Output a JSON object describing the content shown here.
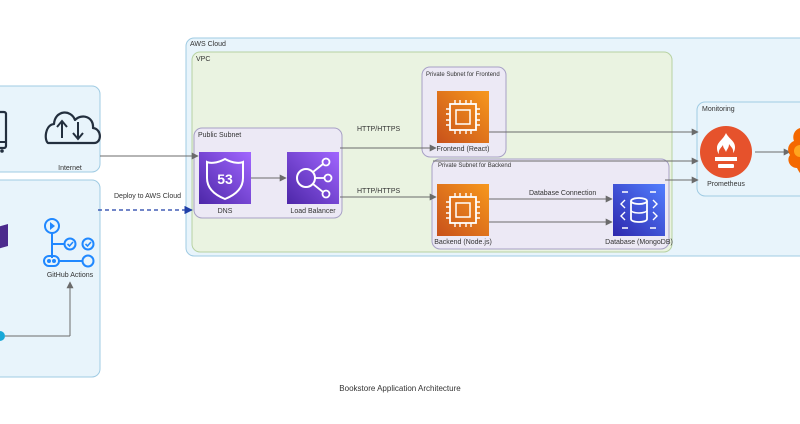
{
  "caption": "Bookstore Application Architecture",
  "groups": {
    "aws_cloud": "AWS Cloud",
    "vpc": "VPC",
    "public_subnet": "Public Subnet",
    "private_frontend": "Private Subnet for Frontend",
    "private_backend": "Private Subnet for Backend",
    "monitoring": "Monitoring"
  },
  "nodes": {
    "internet": "Internet",
    "dns": "DNS",
    "load_balancer": "Load Balancer",
    "frontend": "Frontend (React)",
    "backend": "Backend (Node.js)",
    "database": "Database (MongoDB)",
    "prometheus": "Prometheus",
    "github_actions": "GitHub Actions"
  },
  "edges": {
    "lb_frontend": "HTTP/HTTPS",
    "lb_backend": "HTTP/HTTPS",
    "backend_db": "Database Connection",
    "deploy": "Deploy to AWS Cloud"
  },
  "icons": {
    "route53_badge": "53"
  },
  "colors": {
    "aws_cloud_fill": "#e8f4fb",
    "vpc_fill": "#eaf3e1",
    "subnet_fill": "#ece9f5",
    "compute": "#e8730c",
    "network": "#7b3fd1",
    "database": "#3b4fd9",
    "prometheus": "#e6522c",
    "actions_blue": "#2088ff"
  }
}
